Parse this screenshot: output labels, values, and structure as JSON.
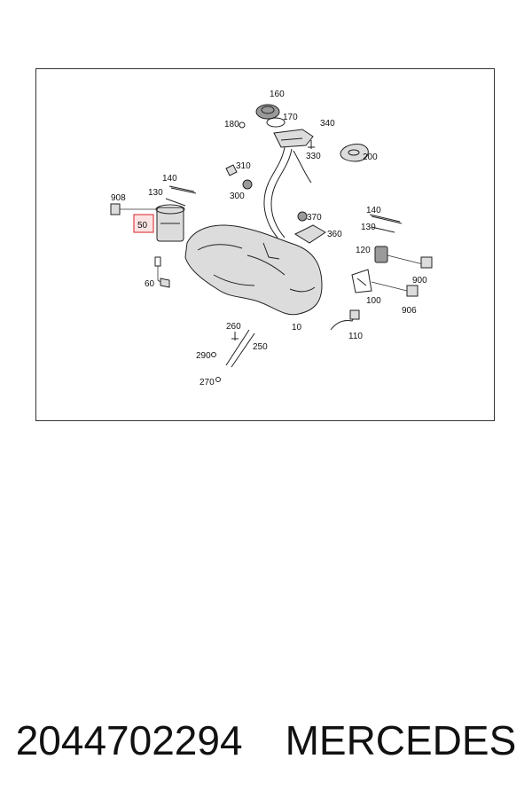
{
  "diagram": {
    "highlight_color": "#e0434a",
    "highlighted_callout": "50",
    "callouts": [
      "160",
      "170",
      "180",
      "340",
      "330",
      "200",
      "310",
      "300",
      "140",
      "130",
      "908",
      "50",
      "60",
      "370",
      "360",
      "140",
      "130",
      "120",
      "900",
      "100",
      "906",
      "10",
      "110",
      "260",
      "250",
      "290",
      "270"
    ]
  },
  "caption": {
    "part_number": "2044702294",
    "brand": "MERCEDES"
  }
}
